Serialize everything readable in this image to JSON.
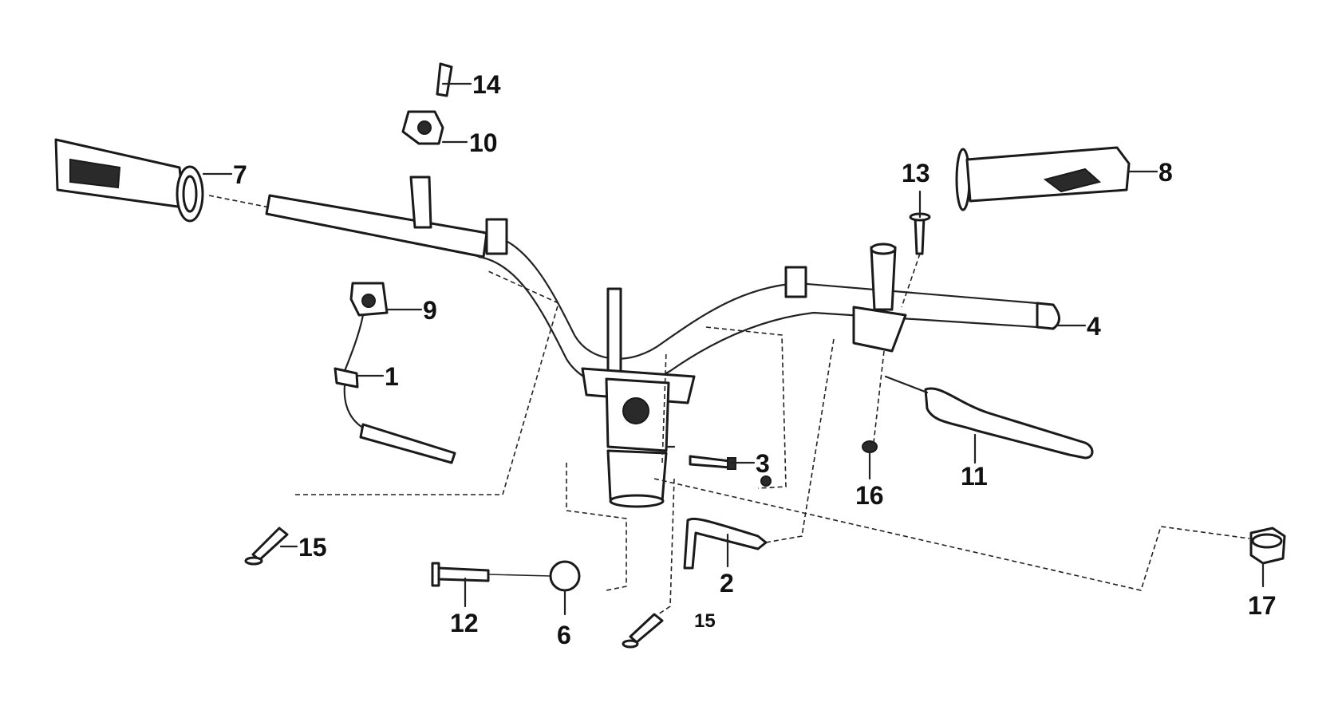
{
  "diagram": {
    "callouts": [
      {
        "id": "1",
        "label": "1"
      },
      {
        "id": "2",
        "label": "2"
      },
      {
        "id": "3",
        "label": "3"
      },
      {
        "id": "4",
        "label": "4"
      },
      {
        "id": "6",
        "label": "6"
      },
      {
        "id": "7",
        "label": "7"
      },
      {
        "id": "8",
        "label": "8"
      },
      {
        "id": "9",
        "label": "9"
      },
      {
        "id": "10",
        "label": "10"
      },
      {
        "id": "11",
        "label": "11"
      },
      {
        "id": "12",
        "label": "12"
      },
      {
        "id": "13",
        "label": "13"
      },
      {
        "id": "14",
        "label": "14"
      },
      {
        "id": "15a",
        "label": "15"
      },
      {
        "id": "15b",
        "label": "15"
      },
      {
        "id": "16",
        "label": "16"
      },
      {
        "id": "17",
        "label": "17"
      }
    ]
  }
}
